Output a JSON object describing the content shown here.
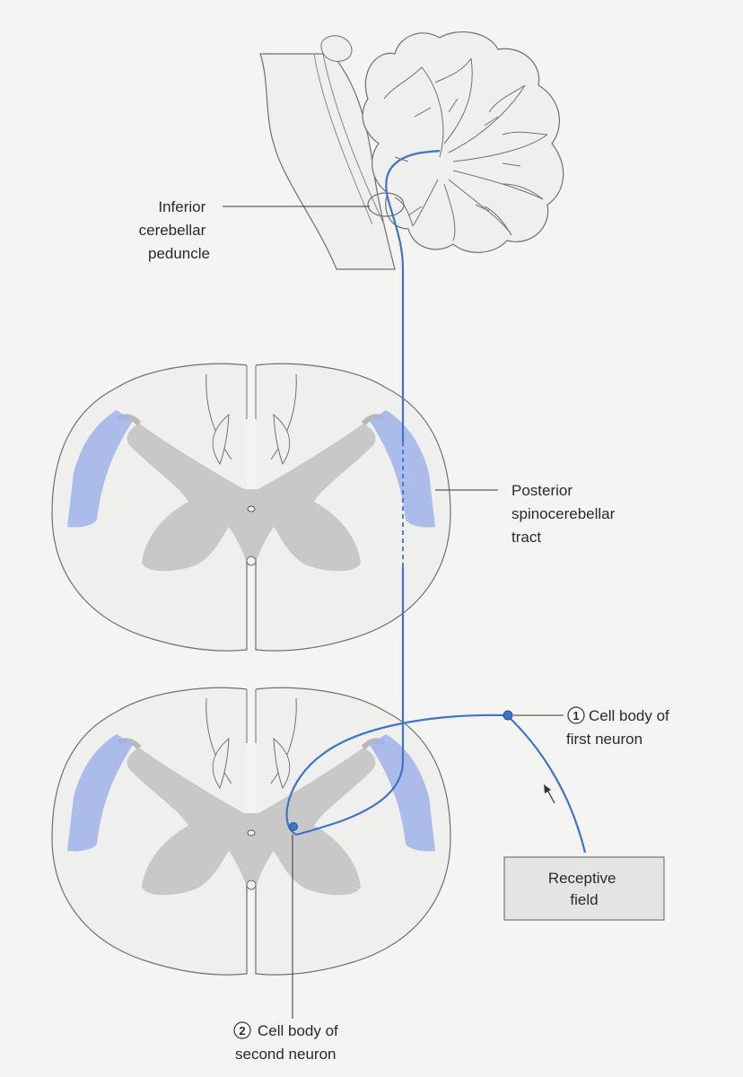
{
  "labels": {
    "inferior_peduncle": [
      "Inferior",
      "cerebellar",
      "peduncle"
    ],
    "posterior_tract": [
      "Posterior",
      "spinocerebellar",
      "tract"
    ],
    "first_neuron": {
      "number": "1",
      "lines": [
        "Cell body of",
        "first neuron"
      ]
    },
    "second_neuron": {
      "number": "2",
      "lines": [
        "Cell body of",
        "second neuron"
      ]
    },
    "receptive_field": [
      "Receptive",
      "field"
    ]
  },
  "colors": {
    "pathway": "#3f74c6",
    "tract": "#9fb3ea",
    "gray_matter": "#c8c8c8",
    "white_matter": "#efefee",
    "outline": "#707070"
  }
}
